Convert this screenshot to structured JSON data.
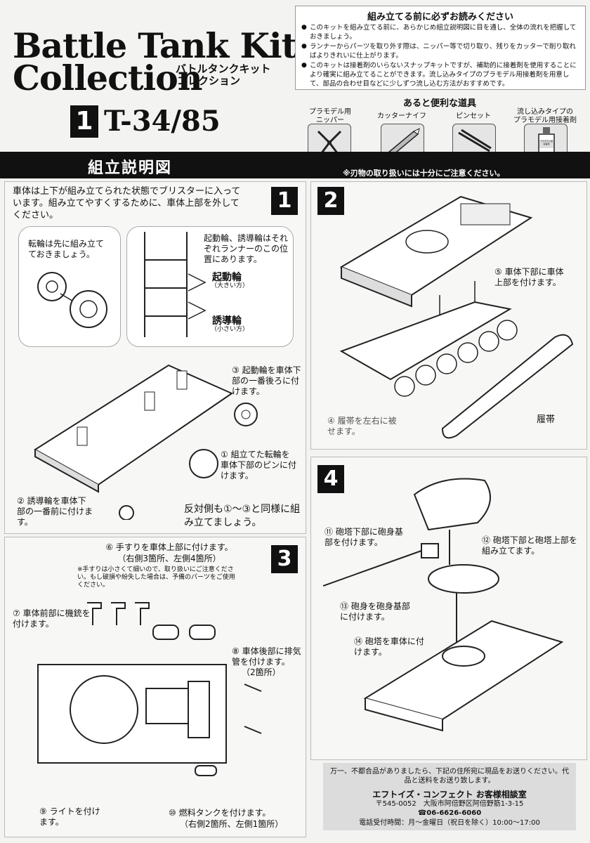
{
  "header": {
    "logo_line1": "Battle Tank Kit",
    "logo_line2": "Collection",
    "logo_kana_line1": "バトルタンクキット",
    "logo_kana_line2": "コレクション",
    "kit_number": "1",
    "kit_name": "T-34/85"
  },
  "read_first": {
    "title": "組み立てる前に必ずお読みください",
    "items": [
      "このキットを組み立てる前に、あらかじめ組立説明図に目を通し、全体の流れを把握しておきましょう。",
      "ランナーからパーツを取り外す際は、ニッパー等で切り取り、残りをカッターで削り取ればよりきれいに仕上がります。",
      "このキットは接着剤のいらないスナップキットですが、補助的に接着剤を使用することにより確実に組み立てることができます。流し込みタイプのプラモデル用接着剤を用意して、部品の合わせ目などに少しずつ流し込む方法がおすすめです。"
    ]
  },
  "tools": {
    "title": "あると便利な道具",
    "items": [
      {
        "label": "プラモデル用\nニッパー",
        "icon": "nipper-icon"
      },
      {
        "label": "カッターナイフ",
        "icon": "cutter-icon"
      },
      {
        "label": "ピンセット",
        "icon": "tweezers-icon"
      },
      {
        "label": "流し込みタイプの\nプラモデル用接着剤",
        "icon": "glue-bottle-icon"
      }
    ],
    "glue_bottle_text": "プラモデル用接着剤"
  },
  "banner": {
    "title": "組立説明図",
    "caution": "※刃物の取り扱いには十分にご注意ください。"
  },
  "step1": {
    "number": "1",
    "intro": "車体は上下が組み立てられた状態でブリスターに入っています。組み立てやすくするために、車体上部を外してください。",
    "bubble_left": "転輪は先に組み立てておきましょう。",
    "bubble_right": "起動輪、誘導輪はそれぞれランナーのこの位置にあります。",
    "sprocket_label": "起動輪",
    "sprocket_sub": "（大きい方）",
    "idler_label": "誘導輪",
    "idler_sub": "（小さい方）",
    "note3": "③ 起動輪を車体下部の一番後ろに付けます。",
    "note1": "① 組立てた転輪を車体下部のピンに付けます。",
    "note2": "② 誘導輪を車体下部の一番前に付けます。",
    "footer": "反対側も①～③と同様に組み立てましょう。"
  },
  "step2": {
    "number": "2",
    "note5": "⑤ 車体下部に車体上部を付けます。",
    "note4": "④ 履帯を左右に被せます。",
    "track_label": "履帯"
  },
  "step3": {
    "number": "3",
    "note6": "⑥ 手すりを車体上部に付けます。",
    "note6_sub": "（右側3箇所、左側4箇所）",
    "note6_warn": "※手すりは小さくて細いので、取り扱いにご注意ください。もし破損や紛失した場合は、予備のパーツをご使用ください。",
    "note7": "⑦ 車体前部に機銃を付けます。",
    "note8": "⑧ 車体後部に排気管を付けます。",
    "note8_sub": "（2箇所）",
    "note9": "⑨ ライトを付けます。",
    "note10": "⑩ 燃料タンクを付けます。",
    "note10_sub": "（右側2箇所、左側1箇所）"
  },
  "step4": {
    "number": "4",
    "note11": "⑪ 砲塔下部に砲身基部を付けます。",
    "note12": "⑫ 砲塔下部と砲塔上部を組み立てます。",
    "note13": "⑬ 砲身を砲身基部に付けます。",
    "note14": "⑭ 砲塔を車体に付けます。"
  },
  "contact": {
    "notice": "万一、不都合品がありましたら、下記の住所宛に現品をお送りください。代品と送料をお送り致します。",
    "company": "エフトイズ・コンフェクト お客様相談室",
    "address": "〒545-0052　大阪市阿倍野区阿倍野筋1-3-15",
    "phone": "☎06-6626-6060",
    "hours": "電話受付時間：月～金曜日（祝日を除く）10:00～17:00"
  }
}
